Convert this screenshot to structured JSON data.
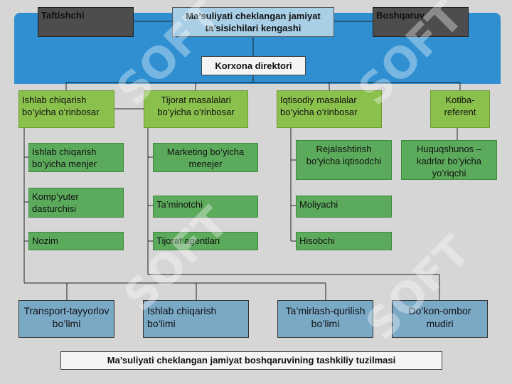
{
  "top": {
    "auditor": "Taftishchi",
    "founders_council": "Ma’suliyati cheklangan jamiyat ta’sisichilari kengashi",
    "management": "Boshqaruv"
  },
  "director": "Korxona direktori",
  "deputies": [
    {
      "label": "Ishlab chiqarish bo’yicha o’rinbosar"
    },
    {
      "label": "Tijorat masalalari bo’yicha o’rinbosar"
    },
    {
      "label": "Iqtisodiy masalalar bo’yicha o’rinbosar"
    },
    {
      "label": "Kotiba-referent"
    }
  ],
  "production_staff": [
    "Ishlab chiqarish bo’yicha menjer",
    "Komp’yuter dasturchisi",
    "Nozim"
  ],
  "commerce_staff": [
    "Marketing bo’yicha menejer",
    "Ta’minotchi",
    "Tijorat agentlari"
  ],
  "economics_staff": [
    "Rejalashtirish bo’yicha iqtisodchi",
    "Moliyachi",
    "Hisobchi"
  ],
  "legal": "Huquqshunos – kadrlar bo’yicha yo’riqchi",
  "departments": [
    "Transport-tayyorlov bo’limi",
    "Ishlab chiqarish bo’limi",
    "Ta’mirlash-qurilish bo’limi",
    "Do’kon-ombor mudiri"
  ],
  "caption": "Ma’suliyati cheklangan jamiyat boshqaruvining tashkiliy tuzilmasi",
  "watermark": "SOFT"
}
